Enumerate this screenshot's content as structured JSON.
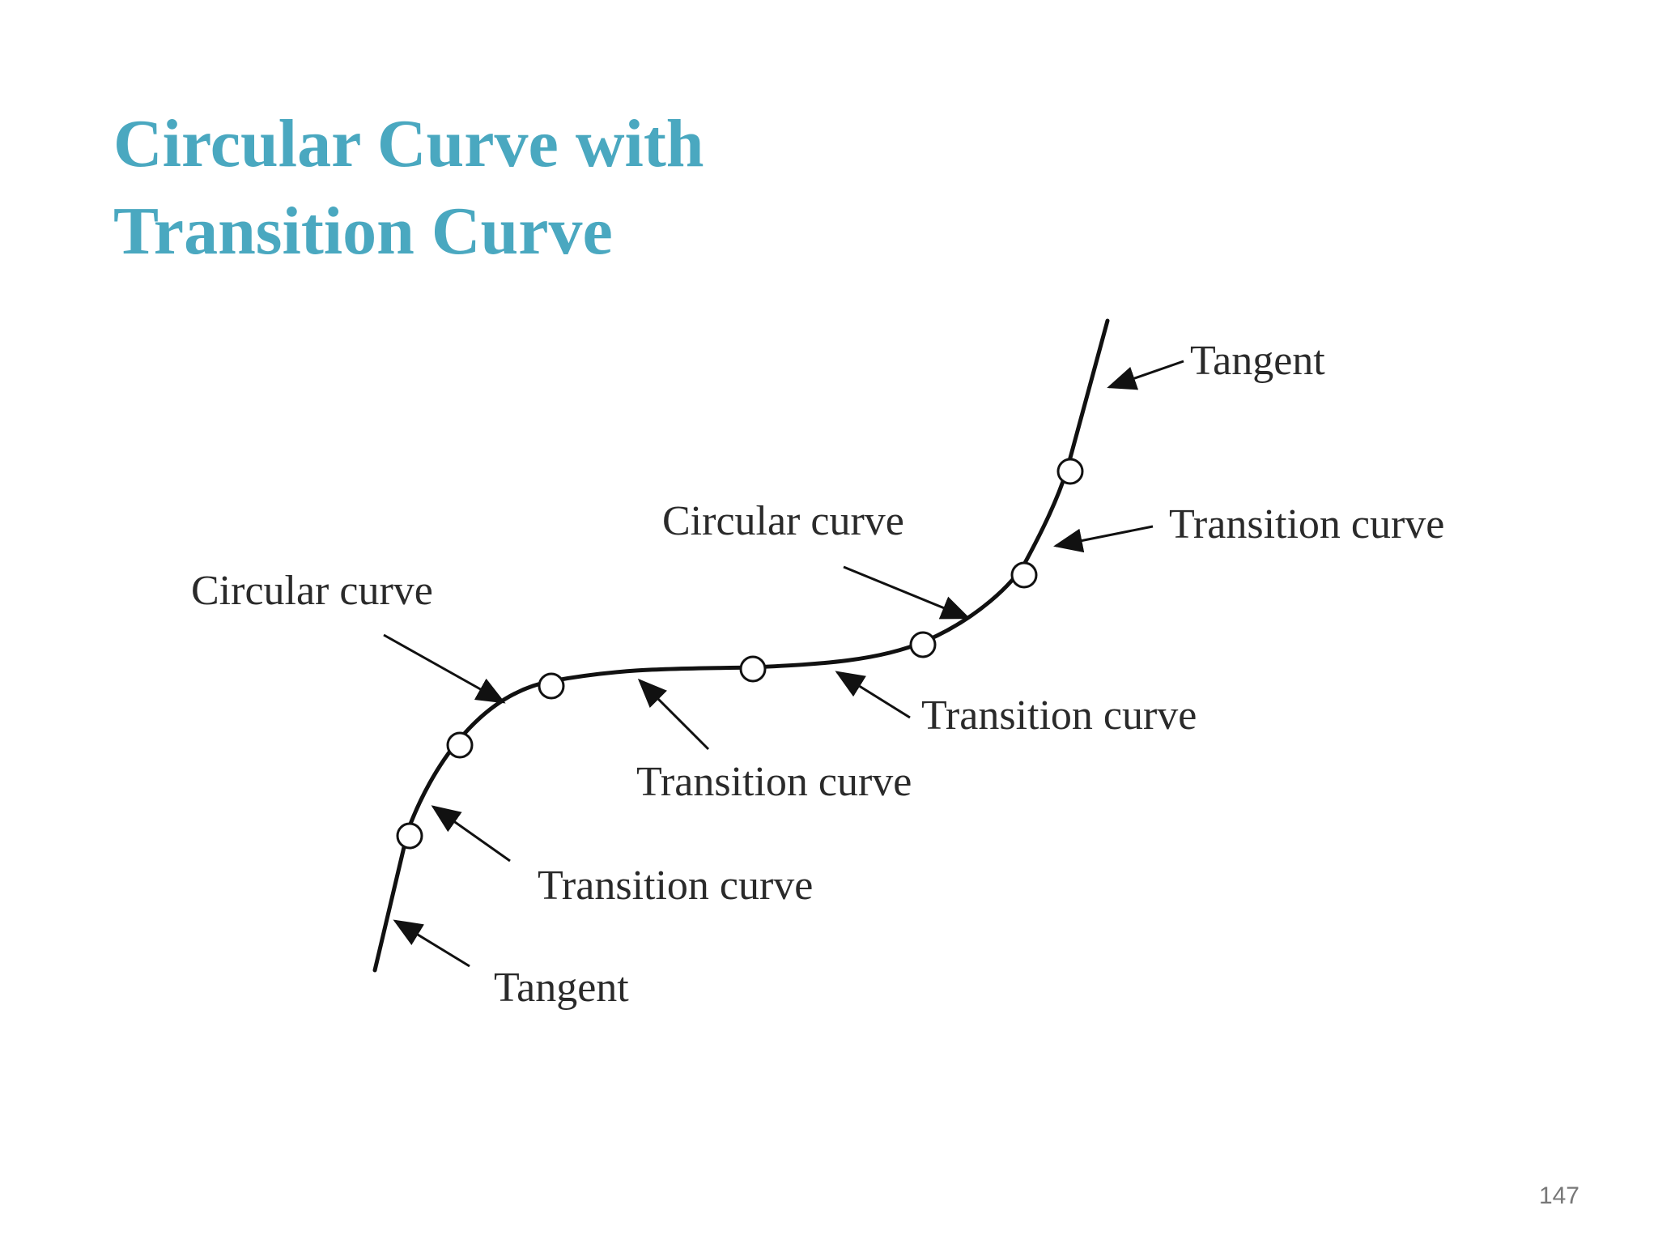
{
  "slide": {
    "title_line1": "Circular Curve with",
    "title_line2": "Transition Curve",
    "page_number": "147"
  },
  "diagram": {
    "labels": {
      "tangent_top": "Tangent",
      "transition_top_right": "Transition curve",
      "circular_upper": "Circular curve",
      "circular_left": "Circular curve",
      "transition_middle_right": "Transition curve",
      "transition_middle": "Transition curve",
      "transition_lower_left": "Transition curve",
      "tangent_bottom": "Tangent"
    },
    "colors": {
      "curve": "#111111",
      "title": "#4aa8c0",
      "label": "#2a2a2a"
    }
  }
}
